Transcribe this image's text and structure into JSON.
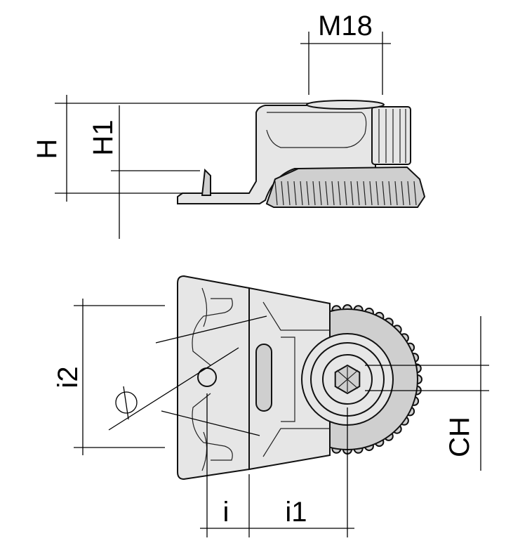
{
  "title": "Leveling foot with base plate – technical drawing",
  "dimensions": {
    "thread": "M18",
    "height": "H",
    "height1": "H1",
    "hole_spacing": "i2",
    "hex_size": "CH",
    "offset_i": "i",
    "offset_i1": "i1",
    "diameter_symbol": "⌀"
  }
}
